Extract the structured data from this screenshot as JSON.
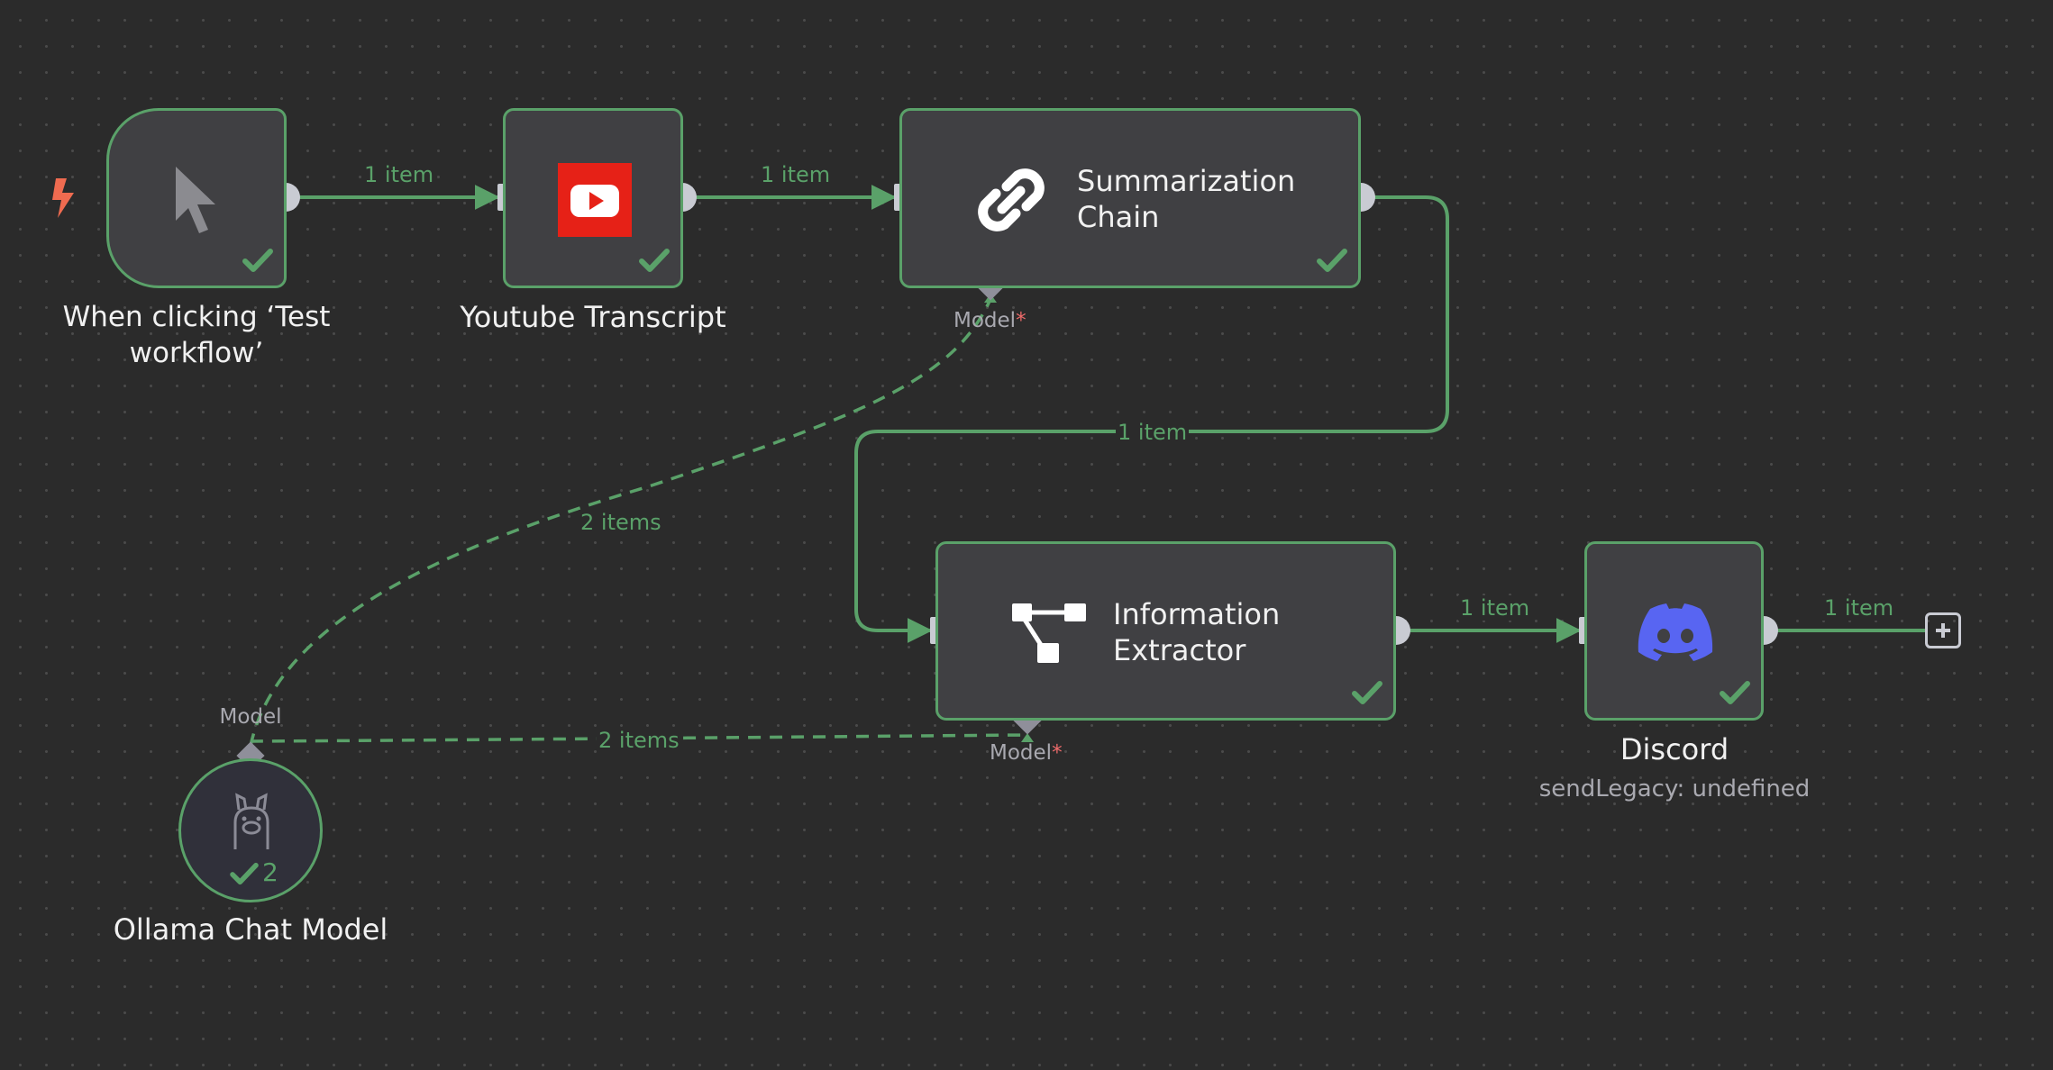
{
  "nodes": {
    "trigger": {
      "title": "When clicking ‘Test workflow’"
    },
    "youtube": {
      "title": "Youtube Transcript"
    },
    "summarization": {
      "title": "Summarization Chain",
      "port_label": "Model",
      "port_required": "*"
    },
    "extractor": {
      "title": "Information Extractor",
      "port_label": "Model",
      "port_required": "*"
    },
    "discord": {
      "title": "Discord",
      "subtitle": "sendLegacy: undefined"
    },
    "ollama": {
      "title": "Ollama Chat Model",
      "port_label": "Model",
      "run_count": "2"
    }
  },
  "edges": {
    "trigger_youtube": "1 item",
    "youtube_summarization": "1 item",
    "summarization_extractor": "1 item",
    "extractor_discord": "1 item",
    "discord_out": "1 item",
    "ollama_summarization": "2 items",
    "ollama_extractor": "2 items"
  },
  "colors": {
    "background": "#2b2b2b",
    "node_fill": "#404043",
    "success_green": "#5aa169",
    "handle": "#c9cbd3",
    "trigger_bolt": "#ef6b50",
    "youtube_red": "#e62117",
    "discord_blurple": "#5865f2"
  },
  "icons": {
    "trigger": "cursor-pointer-icon",
    "youtube": "youtube-icon",
    "summarization": "chain-link-icon",
    "extractor": "structure-tree-icon",
    "discord": "discord-icon",
    "ollama": "llama-icon",
    "add": "plus-icon",
    "trigger_marker": "lightning-bolt-icon"
  }
}
